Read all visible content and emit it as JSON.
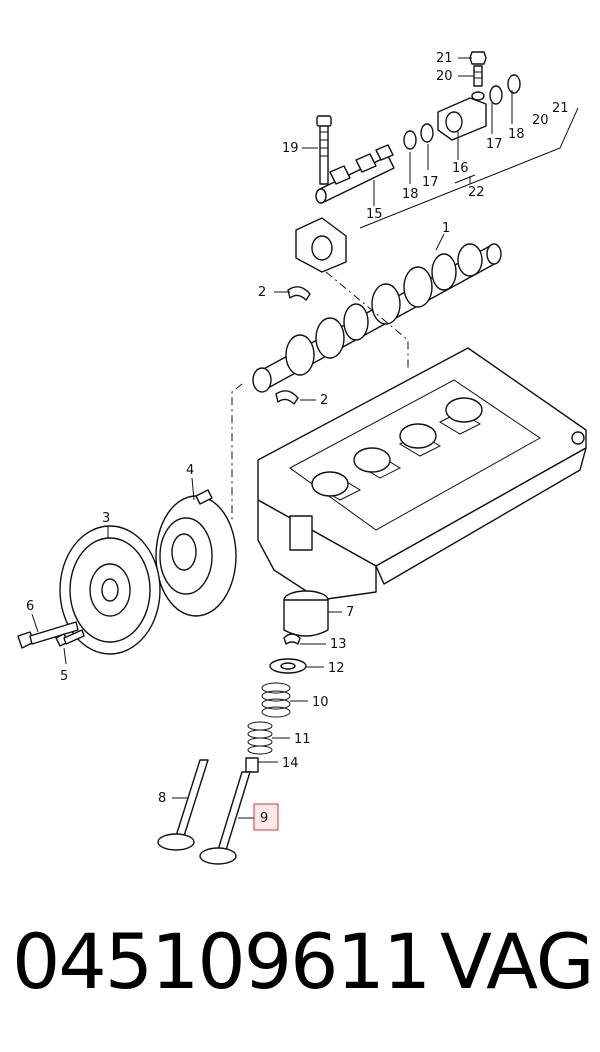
{
  "diagram": {
    "callouts": [
      {
        "id": "c21a",
        "text": "21"
      },
      {
        "id": "c20a",
        "text": "20"
      },
      {
        "id": "c20b",
        "text": "20"
      },
      {
        "id": "c21b",
        "text": "21"
      },
      {
        "id": "c19",
        "text": "19"
      },
      {
        "id": "c16",
        "text": "16"
      },
      {
        "id": "c17a",
        "text": "17"
      },
      {
        "id": "c18a",
        "text": "18"
      },
      {
        "id": "c18b",
        "text": "18"
      },
      {
        "id": "c17b",
        "text": "17"
      },
      {
        "id": "c15",
        "text": "15"
      },
      {
        "id": "c22",
        "text": "22"
      },
      {
        "id": "c1",
        "text": "1"
      },
      {
        "id": "c2a",
        "text": "2"
      },
      {
        "id": "c2b",
        "text": "2"
      },
      {
        "id": "c4",
        "text": "4"
      },
      {
        "id": "c3",
        "text": "3"
      },
      {
        "id": "c6",
        "text": "6"
      },
      {
        "id": "c5",
        "text": "5"
      },
      {
        "id": "c7",
        "text": "7"
      },
      {
        "id": "c13",
        "text": "13"
      },
      {
        "id": "c12",
        "text": "12"
      },
      {
        "id": "c10",
        "text": "10"
      },
      {
        "id": "c11",
        "text": "11"
      },
      {
        "id": "c14",
        "text": "14"
      },
      {
        "id": "c8",
        "text": "8"
      },
      {
        "id": "c9",
        "text": "9"
      }
    ],
    "highlight_color": "#e03030"
  },
  "footer": {
    "part_number": "045109611",
    "brand": "VAG"
  }
}
